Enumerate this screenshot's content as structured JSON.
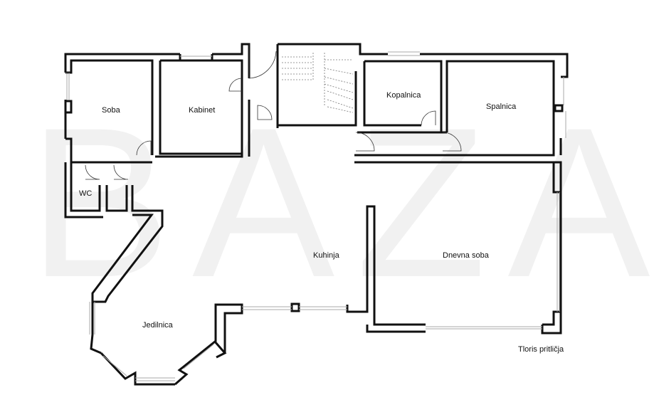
{
  "watermark": "BAZA",
  "rooms": {
    "soba": "Soba",
    "kabinet": "Kabinet",
    "kopalnica": "Kopalnica",
    "spalnica": "Spalnica",
    "wc": "WC",
    "kuhinja": "Kuhinja",
    "dnevna_soba": "Dnevna soba",
    "jedilnica": "Jedilnica"
  },
  "caption": "Tloris pritličja"
}
